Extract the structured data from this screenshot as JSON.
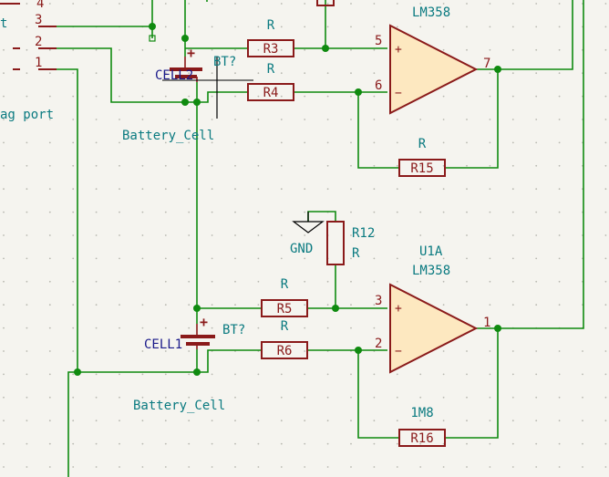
{
  "colors": {
    "background": "#f5f4ef",
    "grid": "#b8b8b0",
    "wire": "#0f8a0f",
    "body": "#8a1a1a",
    "pin_text": "#8a1a1a",
    "label_text": "#0a7a80",
    "junction": "#0f8a0f",
    "refdes_text": "#0a7a80",
    "black": "#000000"
  },
  "connector": {
    "pins": [
      "4",
      "3",
      "2",
      "1"
    ],
    "label_fragment": "t",
    "port_label": "ag port"
  },
  "batteries": [
    {
      "ref": "CELL2",
      "value": "BT?",
      "footprint": "Battery_Cell",
      "plus": "+"
    },
    {
      "ref": "CELL1",
      "value": "BT?",
      "footprint": "Battery_Cell",
      "plus": "+"
    }
  ],
  "resistors": [
    {
      "ref": "R3",
      "value": "R"
    },
    {
      "ref": "R4",
      "value": "R"
    },
    {
      "ref": "R15",
      "value": "R"
    },
    {
      "ref": "R5",
      "value": "R"
    },
    {
      "ref": "R6",
      "value": "R"
    },
    {
      "ref": "R16",
      "value": "1M8"
    },
    {
      "ref": "R12",
      "value": "R"
    }
  ],
  "opamps": [
    {
      "ref": "",
      "value": "LM358",
      "pin_plus": "5",
      "pin_minus": "6",
      "pin_out": "7",
      "plus": "+",
      "minus": "−"
    },
    {
      "ref": "U1A",
      "value": "LM358",
      "pin_plus": "3",
      "pin_minus": "2",
      "pin_out": "1",
      "plus": "+",
      "minus": "−"
    }
  ],
  "power": {
    "gnd": "GND"
  }
}
